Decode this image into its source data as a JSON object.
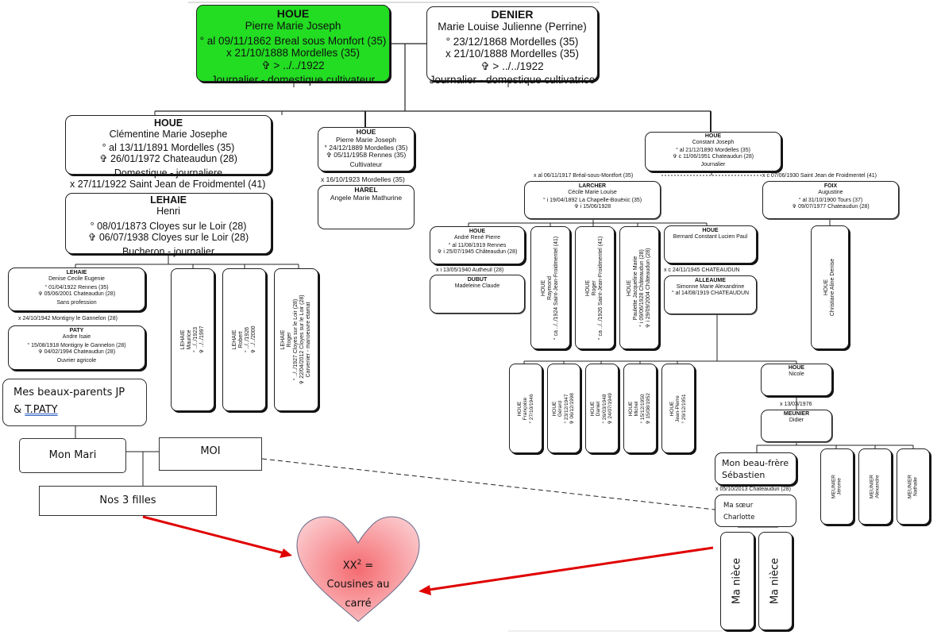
{
  "gen1": {
    "father": {
      "surname": "HOUE",
      "given": "Pierre Marie Joseph",
      "birth": "° al 09/11/1862 Breal sous Monfort (35)",
      "marriage": "x 21/10/1888 Mordelles (35)",
      "death": "✞ > ../../1922",
      "occupation": "Journalier - domestique cultivateur",
      "highlight_color": "#22dd22"
    },
    "mother": {
      "surname": "DENIER",
      "given": "Marie Louise Julienne (Perrine)",
      "birth": "° 23/12/1868 Mordelles (35)",
      "marriage": "x 21/10/1888 Mordelles (35)",
      "death": "✞ > ../../1922",
      "occupation": "Journalier - domestique cultivatrice"
    }
  },
  "gen2": {
    "clementine": {
      "surname": "HOUE",
      "given": "Clémentine Marie Josephe",
      "birth": "° al 13/11/1891 Mordelles (35)",
      "death": "✞ 26/01/1972 Chateaudun (28)",
      "occupation": "Domestique - journaliere"
    },
    "clementine_marriage": "x 27/11/1922 Saint Jean de Froidmentel (41)",
    "henri": {
      "surname": "LEHAIE",
      "given": "Henri",
      "birth": "° 08/01/1873 Cloyes sur le Loir (28)",
      "death": "✞ 06/07/1938 Cloyes sur le Loir (28)",
      "occupation": "Bucheron - journalier"
    },
    "pierre": {
      "surname": "HOUE",
      "given": "Pierre Marie Joseph",
      "birth": "° 24/12/1889 Mordelles (35)",
      "death": "✞ 05/11/1958 Rennes (35)",
      "occupation": "Cultivateur"
    },
    "pierre_marriage": "x 16/10/1923 Mordelles (35)",
    "harel": {
      "surname": "HAREL",
      "given": "Angele Marie Mathurine"
    },
    "constant": {
      "surname": "HOUE",
      "given": "Constant Joseph",
      "birth": "° al 21/12/1890 Mordelles (35)",
      "death": "✞ c 11/06/1951 Chateaudun (28)",
      "occupation": "Journalier"
    },
    "constant_marriage1": "x al 06/11/1917 Bréal-sous-Montfort (35)",
    "constant_marriage2": "x c 07/06/1930 Saint Jean de Froidmentel (41)",
    "larcher": {
      "surname": "LARCHER",
      "given": "Cécile Marie Louise",
      "birth": "° i 19/04/1892 La Chapelle-Bouëxic (35)",
      "death": "✞ i 15/06/1928"
    },
    "foix": {
      "surname": "FOIX",
      "given": "Augustine",
      "birth": "° al 31/10/1900 Tours (37)",
      "death": "✞ 09/07/1977 Chateaudun (28)"
    }
  },
  "gen3": {
    "denise": {
      "surname": "LEHAIE",
      "given": "Denise Cecile Eugenie",
      "birth": "° 01/04/1922 Rennes (35)",
      "death": "✞ 05/06/2001 Chateaudun (28)",
      "occupation": "Sans profession"
    },
    "denise_marriage": "x 24/10/1942 Montigny le Gannelon (28)",
    "paty": {
      "surname": "PATY",
      "given": "Andre Isaie",
      "birth": "° 15/08/1918 Montigny le Gannelon (28)",
      "death": "✞ 04/02/1994 Chateaudun (28)",
      "occupation": "Ouvrier agricole"
    },
    "maurice": {
      "surname": "LEHAIE",
      "given": "Maurice",
      "birth": "° ../../1923",
      "death": "✞ ../../1997"
    },
    "robert": {
      "surname": "LEHAIE",
      "given": "Robert",
      "birth": "° ../../1926",
      "death": "✞ ../../2000"
    },
    "roger_l": {
      "surname": "LEHAIE",
      "given": "Roger",
      "birth": "° ../../1927 Cloyes sur le Loir (28)",
      "death": "✞ 22/04/2012 Cloyes sur le Loir (28)",
      "occupation": "Carvenier - manoeuvre etamat"
    },
    "andre": {
      "surname": "HOUE",
      "given": "André René Pierre",
      "birth": "° al 11/08/1919 Rennes",
      "death": "✞ i 25/07/1945 Châteaudun (28)"
    },
    "andre_marriage": "x i 13/05/1940 Autheuil (28)",
    "dubut": {
      "surname": "DUBUT",
      "given": "Madeleine Claude"
    },
    "raymond": {
      "surname": "HOUE",
      "given": "Raymond",
      "birth": "° ca ../../1924 Saint-Jean-Froidmentel (41)"
    },
    "roger_h": {
      "surname": "HOUE",
      "given": "Roger",
      "birth": "° ca ../../1926 Saint-Jean-Froidmentel (41)"
    },
    "paulette": {
      "surname": "HOUE",
      "given": "Paulette Jacqueline Marie",
      "birth": "° i 09/06/1928 Châteaudun (28)",
      "death": "✞ i 29/09/2004 Châteaudun (28)"
    },
    "bernard": {
      "surname": "HOUE",
      "given": "Bernard Constant Lucien Paul"
    },
    "bernard_marriage": "x c 24/11/1945 CHATEAUDUN",
    "alleaume": {
      "surname": "ALLEAUME",
      "given": "Simonne Marie Alexandrine",
      "birth": "° al 14/08/1919 CHATEAUDUN"
    },
    "christiane": {
      "surname": "HOUE",
      "given": "Christiane Aline Denise"
    }
  },
  "gen4": {
    "children": [
      {
        "surname": "HOUE",
        "given": "Françoise",
        "birth": "° 27/10/1946",
        "death": ""
      },
      {
        "surname": "HOUE",
        "given": "Gérard",
        "birth": "° 23/12/1947",
        "death": "✞ 06/12/1998"
      },
      {
        "surname": "HOUE",
        "given": "Daniel",
        "birth": "° 26/03/1948",
        "death": "✞ 24/07/1949"
      },
      {
        "surname": "HOUE",
        "given": "Michel",
        "birth": "° 15/12/1950",
        "death": "✞ 15/08/1952"
      },
      {
        "surname": "HOUE",
        "given": "Jean-Pierre",
        "birth": "° 29/12/1951",
        "death": ""
      }
    ],
    "nicole": {
      "surname": "HOUE",
      "given": "Nicole"
    },
    "nicole_marriage": "x 13/03/1976",
    "meunier": {
      "surname": "MEUNIER",
      "given": "Didier"
    },
    "meunier_children": [
      {
        "surname": "MEUNIER",
        "given": "Jérome"
      },
      {
        "surname": "MEUNIER",
        "given": "Alexandre"
      },
      {
        "surname": "MEUNIER",
        "given": "Nathalie"
      }
    ],
    "sebastien_marriage": "x 05/10/2013 Chateaudun (28)"
  },
  "annotations": {
    "beaux_parents_line1": "Mes beaux-parents JP",
    "beaux_parents_line2_prefix": "& ",
    "beaux_parents_line2_link": "T.PATY",
    "mon_mari": "Mon Mari",
    "moi": "MOI",
    "nos_filles": "Nos 3 filles",
    "beau_frere_line1": "Mon beau-frère",
    "beau_frere_line2": "Sébastien",
    "soeur_line1": "Ma sœur",
    "soeur_line2": "Charlotte",
    "niece1": "Ma nièce",
    "niece2": "Ma nièce",
    "heart_line1_base": "XX",
    "heart_line1_sup": "2",
    "heart_line1_suffix": " =",
    "heart_line2": "Cousines au",
    "heart_line3": "carré",
    "arrow_color": "#e00000",
    "heart_color": "#f4a0a4"
  }
}
